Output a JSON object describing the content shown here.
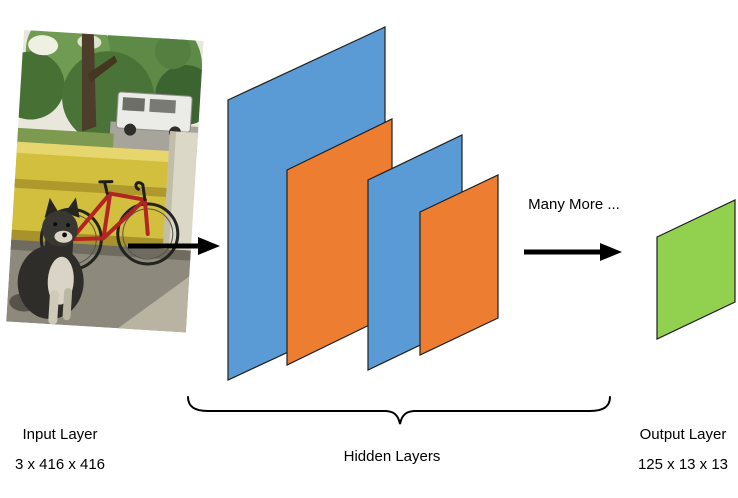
{
  "input": {
    "label": "Input Layer",
    "dimensions": "3 x 416 x 416",
    "image_description": "photo of a black-and-white dog sitting beside a red bicycle against a yellow porch wall, with trees and a white van in the background"
  },
  "hidden": {
    "label": "Hidden Layers",
    "more_note": "Many More ...",
    "layers": [
      {
        "name": "hidden-layer-1",
        "color": "#5B9BD5"
      },
      {
        "name": "hidden-layer-2",
        "color": "#ED7D31"
      },
      {
        "name": "hidden-layer-3",
        "color": "#5B9BD5"
      },
      {
        "name": "hidden-layer-4",
        "color": "#ED7D31"
      }
    ]
  },
  "output": {
    "label": "Output Layer",
    "dimensions": "125 x 13 x 13",
    "color": "#92D050"
  },
  "style": {
    "arrow_color": "#000000",
    "outline_color": "#1F1F1F",
    "background": "#FFFFFF"
  }
}
